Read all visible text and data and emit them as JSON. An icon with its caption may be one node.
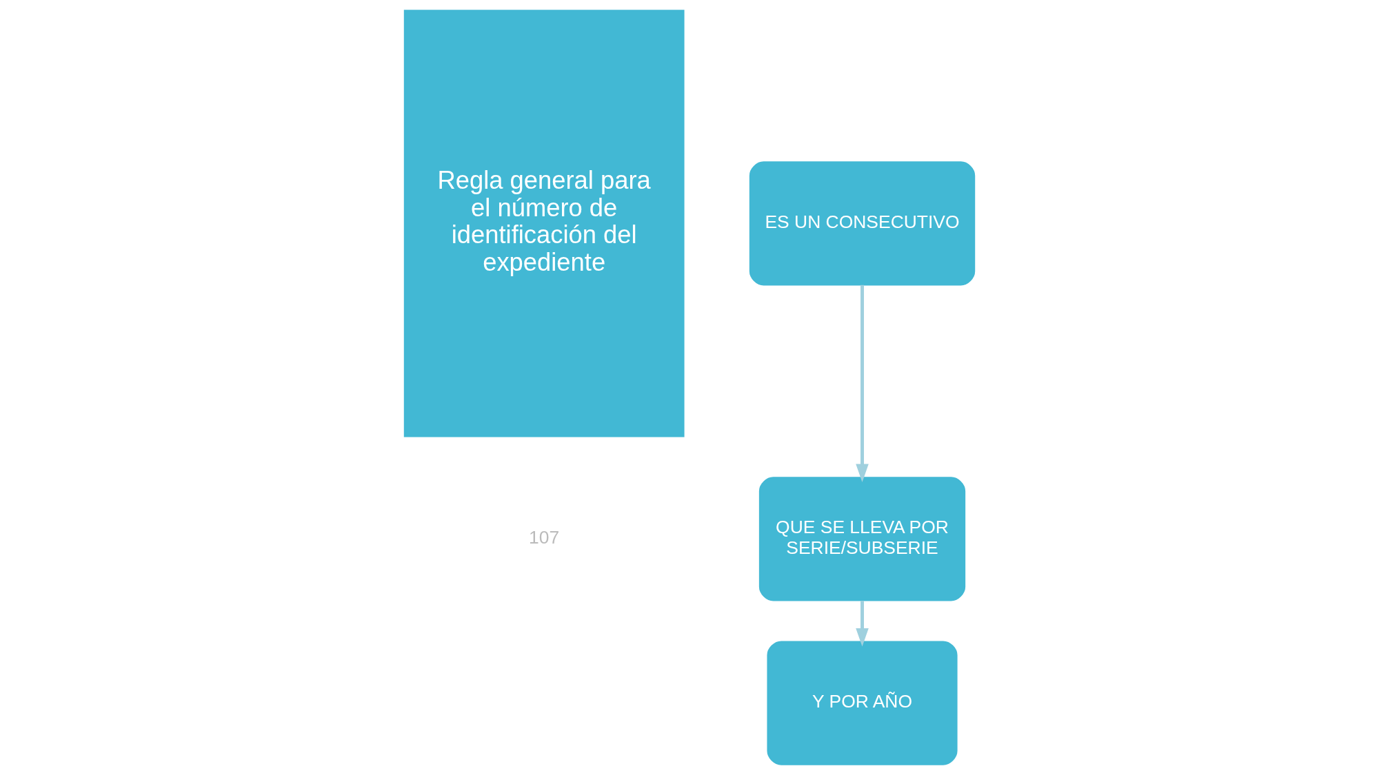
{
  "diagram": {
    "nodes": [
      {
        "text": [
          "Regla general para el número de identificación del expediente"
        ]
      },
      {
        "text": [
          "ES UN CONSECUTIVO"
        ]
      },
      {
        "text": [
          "QUE SE LLEVA POR SERIE/SUBSERIE"
        ]
      },
      {
        "text": [
          "Y POR AÑO"
        ]
      }
    ],
    "edges": [
      {
        "from": 1,
        "to": 2,
        "arrow": "to"
      },
      {
        "from": 2,
        "to": 3,
        "arrow": "to"
      }
    ],
    "labels": [
      "107"
    ]
  }
}
